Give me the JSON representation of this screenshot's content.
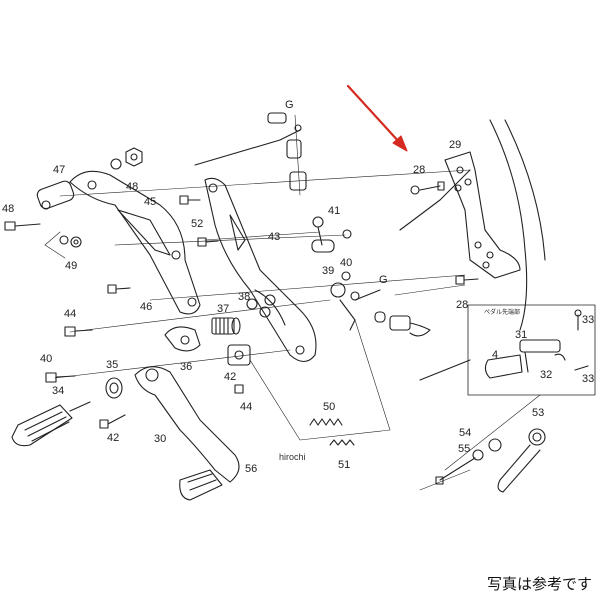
{
  "labels": {
    "n47": "47",
    "n48a": "48",
    "n48b": "48",
    "n45": "45",
    "n49": "49",
    "n46": "46",
    "n52": "52",
    "G1": "G",
    "n43": "43",
    "n41": "41",
    "n28a": "28",
    "n29": "29",
    "n39": "39",
    "n40a": "40",
    "G2": "G",
    "n28b": "28",
    "n44a": "44",
    "n37": "37",
    "n38": "38",
    "n36": "36",
    "n40b": "40",
    "n35": "35",
    "n34": "34",
    "n42a": "42",
    "n44b": "44",
    "n42b": "42",
    "n30": "30",
    "n50": "50",
    "n51": "51",
    "n56": "56",
    "n33a": "33",
    "n31": "31",
    "n4": "4",
    "n32": "32",
    "n33b": "33",
    "n53": "53",
    "n54": "54",
    "n55": "55"
  },
  "inset_note": "ペダル先端部",
  "watermark": "hirochi",
  "caption": "写真は参考です",
  "colors": {
    "arrow": "#d42a20",
    "line": "#222222"
  }
}
